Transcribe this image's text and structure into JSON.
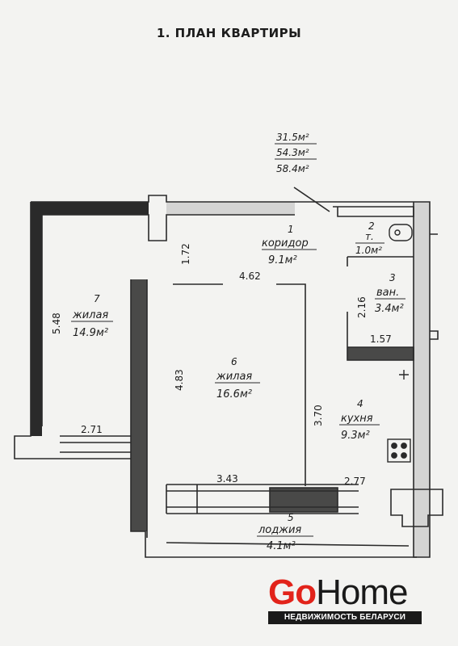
{
  "title": "1. ПЛАН КВАРТИРЫ",
  "totals": {
    "living": "31.5м²",
    "total": "54.3м²",
    "with_loggia": "58.4м²"
  },
  "rooms": [
    {
      "num": "1",
      "name": "коридор",
      "area": "9.1м²"
    },
    {
      "num": "2",
      "name": "т.",
      "area": "1.0м²"
    },
    {
      "num": "3",
      "name": "ван.",
      "area": "3.4м²"
    },
    {
      "num": "4",
      "name": "кухня",
      "area": "9.3м²"
    },
    {
      "num": "5",
      "name": "лоджия",
      "area": "4.1м²"
    },
    {
      "num": "6",
      "name": "жилая",
      "area": "16.6м²"
    },
    {
      "num": "7",
      "name": "жилая",
      "area": "14.9м²"
    }
  ],
  "dimensions": {
    "d548": "5.48",
    "d172": "1.72",
    "d462": "4.62",
    "d483": "4.83",
    "d271": "2.71",
    "d370": "3.70",
    "d216": "2.16",
    "d157": "1.57",
    "d343": "3.43",
    "d277": "2.77"
  },
  "logo": {
    "go": "Go",
    "home": "Home",
    "tagline": "НЕДВИЖИМОСТЬ БЕЛАРУСИ",
    "brand_red": "#e2231a"
  }
}
